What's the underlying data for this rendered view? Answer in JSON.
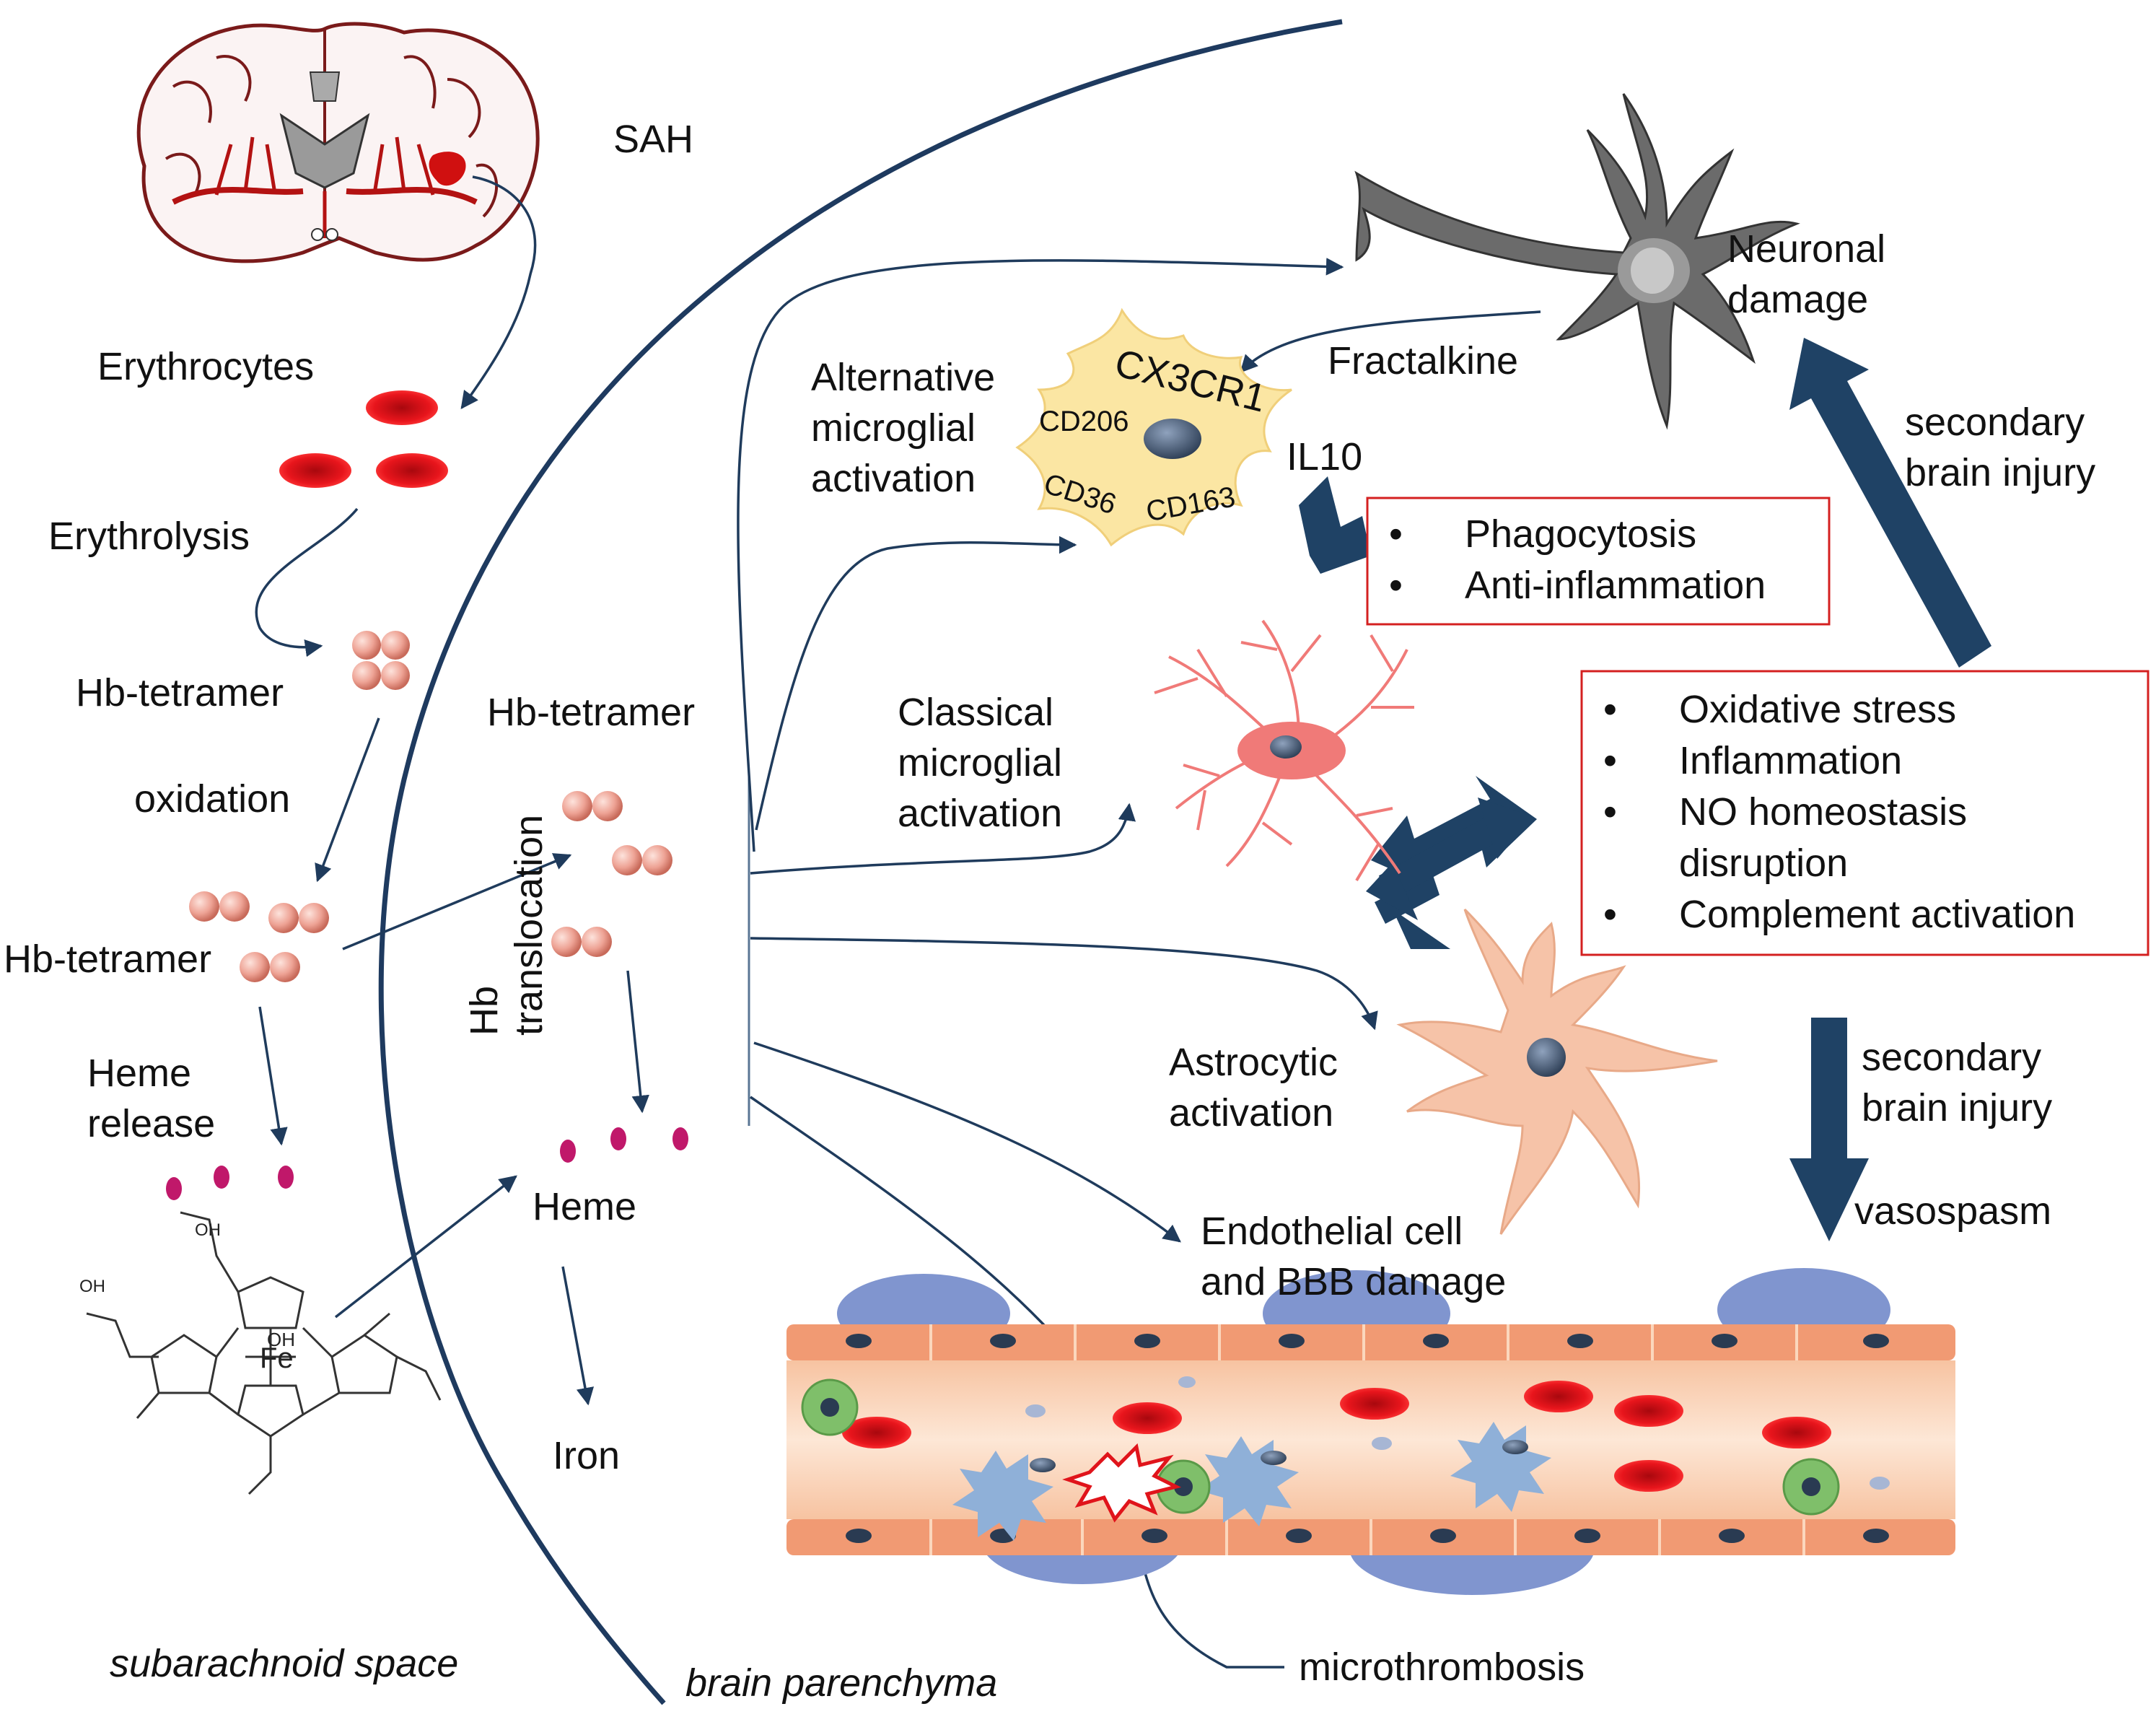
{
  "labels": {
    "sah": "SAH",
    "erythrocytes": "Erythrocytes",
    "erythrolysis": "Erythrolysis",
    "hb_tetramer_1": "Hb-tetramer",
    "oxidation": "oxidation",
    "hb_tetramer_2": "Hb-tetramer",
    "heme_release": "Heme\nrelease",
    "hb_tetramer_3": "Hb-tetramer",
    "hb_translocation": "Hb\ntranslocation",
    "heme": "Heme",
    "iron": "Iron",
    "subarachnoid_space": "subarachnoid space",
    "brain_parenchyma": "brain parenchyma",
    "alternative_activation": "Alternative\nmicroglial\nactivation",
    "classical_activation": "Classical\nmicroglial\nactivation",
    "astrocytic_activation": "Astrocytic\nactivation",
    "endothelial_damage": "Endothelial cell\nand BBB damage",
    "microthrombosis": "microthrombosis",
    "neuronal_damage": "Neuronal\ndamage",
    "fractalkine": "Fractalkine",
    "cx3cr1": "CX3CR1",
    "cd206": "CD206",
    "cd36": "CD36",
    "cd163": "CD163",
    "il10": "IL10",
    "secondary_injury_top": "secondary\nbrain injury",
    "secondary_injury_bottom": "secondary\nbrain injury",
    "vasospasm": "vasospasm"
  },
  "box_m2": {
    "bullet": "•",
    "items": [
      "Phagocytosis",
      "Anti-inflammation"
    ]
  },
  "box_injury": {
    "bullet": "•",
    "items": [
      "Oxidative stress",
      "Inflammation",
      "NO homeostasis",
      "disruption",
      "Complement activation"
    ]
  },
  "colors": {
    "arrow": "#1f3b5c",
    "thick_arrow": "#1f4265",
    "rbc": "#e0141b",
    "hb": "#e89a8e",
    "heme": "#c0186a",
    "box_border": "#d42020",
    "m2_microglia": "#fbe6a3",
    "m1_microglia": "#f07a78",
    "astrocyte": "#f6c3a8",
    "vessel_wall": "#f19a73",
    "vessel_lumen": "#fbd7bd",
    "pericyte": "#7f93cf"
  }
}
